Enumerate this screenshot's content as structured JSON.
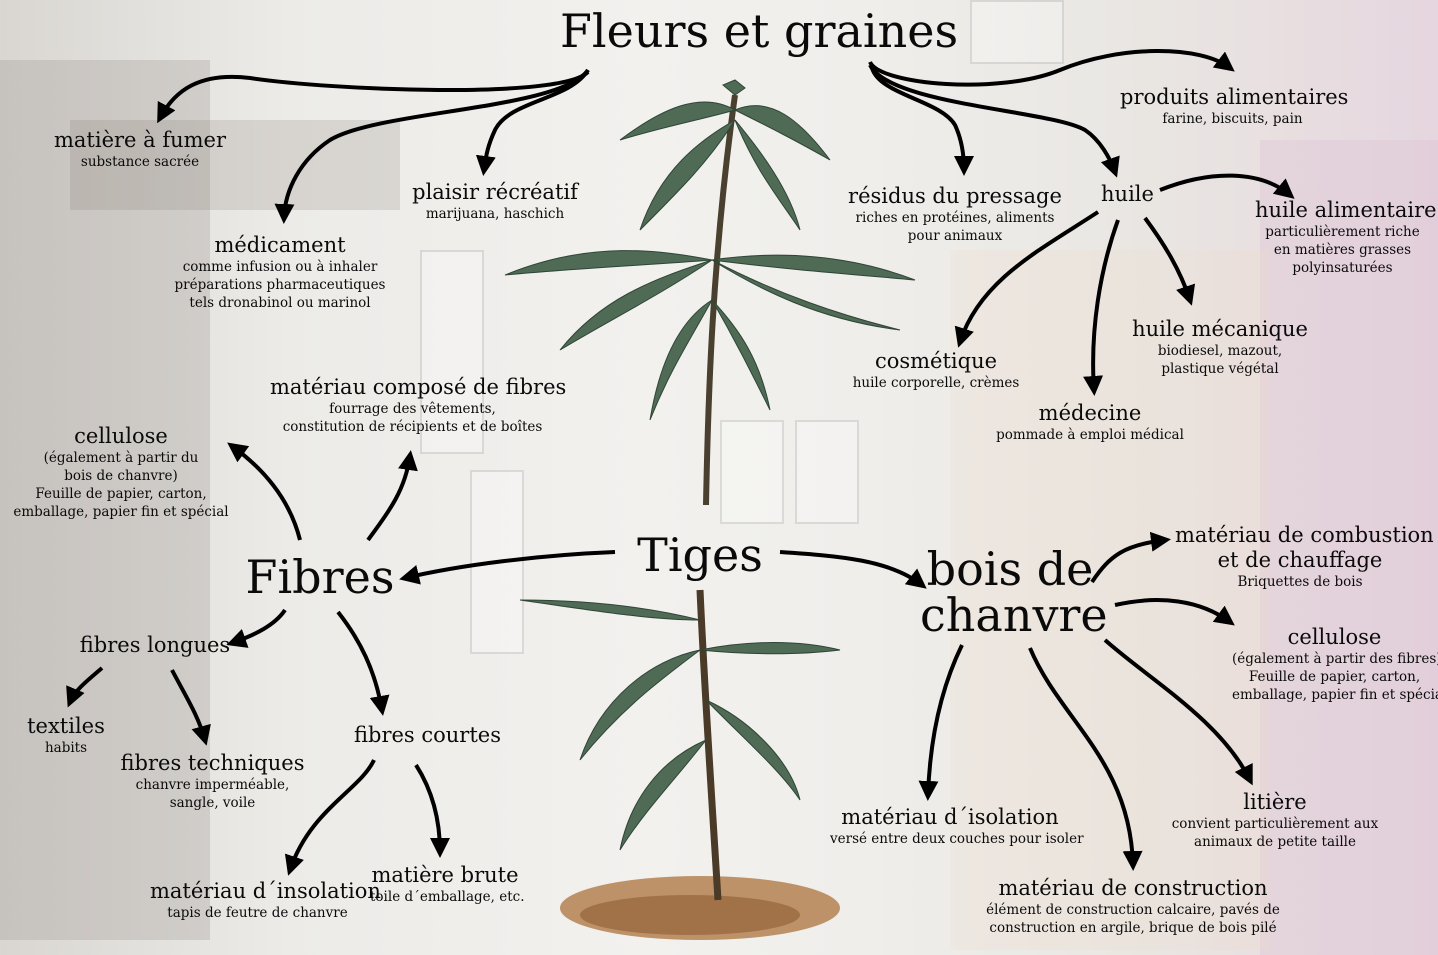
{
  "main_title": "Fleurs et graines",
  "hubs": {
    "tiges": "Tiges",
    "fibres": "Fibres",
    "bois_line1": "bois de",
    "bois_line2": "chanvre"
  },
  "fleurs": {
    "fumer": {
      "title": "matière à fumer",
      "sub": "substance sacrée"
    },
    "medicament": {
      "title": "médicament",
      "sub1": "comme infusion ou à inhaler",
      "sub2": "préparations pharmaceutiques",
      "sub3": "tels dronabinol ou marinol"
    },
    "plaisir": {
      "title": "plaisir récréatif",
      "sub": "marijuana, haschich"
    },
    "residus": {
      "title": "résidus du pressage",
      "sub1": "riches en protéines, aliments",
      "sub2": "pour animaux"
    },
    "huile": {
      "title": "huile"
    },
    "alimentaires": {
      "title": "produits alimentaires",
      "sub": "farine, biscuits, pain"
    }
  },
  "huile": {
    "alimentaire": {
      "title": "huile alimentaire",
      "sub1": "particulièrement riche",
      "sub2": "en matières grasses",
      "sub3": "polyinsaturées"
    },
    "mecanique": {
      "title": "huile mécanique",
      "sub1": "biodiesel, mazout,",
      "sub2": "plastique végétal"
    },
    "cosmetique": {
      "title": "cosmétique",
      "sub": "huile corporelle, crèmes"
    },
    "medecine": {
      "title": "médecine",
      "sub": "pommade à emploi médical"
    }
  },
  "fibres": {
    "compose": {
      "title": "matériau composé de fibres",
      "sub1": "fourrage des vêtements,",
      "sub2": "constitution de récipients et de boîtes"
    },
    "cellulose": {
      "title": "cellulose",
      "sub1": "(également à partir du",
      "sub2": "bois de chanvre)",
      "sub3": "Feuille de papier, carton,",
      "sub4": "emballage, papier fin et spécial"
    },
    "longues": {
      "title": "fibres longues"
    },
    "courtes": {
      "title": "fibres courtes"
    },
    "textiles": {
      "title": "textiles",
      "sub": "habits"
    },
    "techniques": {
      "title": "fibres techniques",
      "sub1": "chanvre imperméable,",
      "sub2": "sangle, voile"
    },
    "insolation": {
      "title": "matériau d´insolation",
      "sub": "tapis de feutre de chanvre"
    },
    "brute": {
      "title": "matière brute",
      "sub": "toile d´emballage, etc."
    }
  },
  "bois": {
    "combustion": {
      "title1": "matériau de combustion",
      "title2": "et de chauffage",
      "sub": "Briquettes de bois"
    },
    "cellulose": {
      "title": "cellulose",
      "sub1": "(également à partir des fibres)",
      "sub2": "Feuille de papier, carton,",
      "sub3": "emballage, papier fin et spécial"
    },
    "litiere": {
      "title": "litière",
      "sub1": "convient particulièrement aux",
      "sub2": "animaux de petite taille"
    },
    "isolation": {
      "title": "matériau d´isolation",
      "sub": "versé entre deux couches pour isoler"
    },
    "construction": {
      "title": "matériau de construction",
      "sub1": "élément de construction calcaire, pavés de",
      "sub2": "construction en argile, brique de bois pilé"
    }
  }
}
